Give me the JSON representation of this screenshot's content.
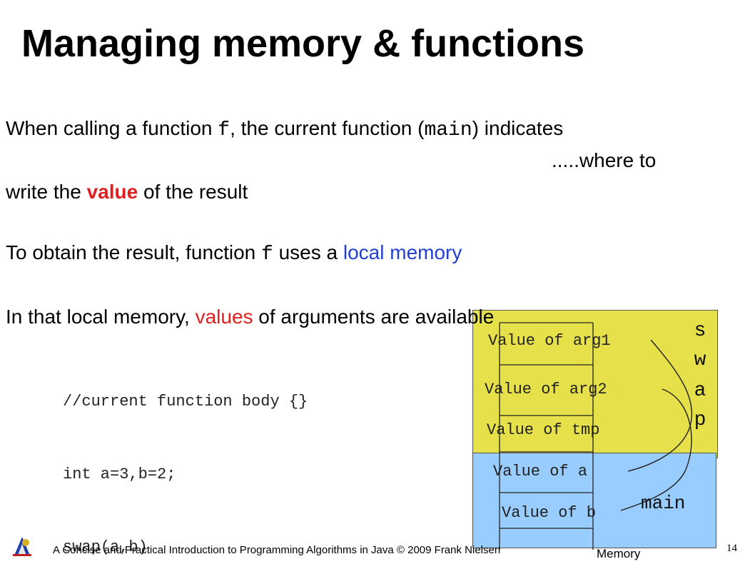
{
  "slide": {
    "title": "Managing memory & functions",
    "para1": {
      "t1": "When calling a function ",
      "code1": "f",
      "t2": ", the current function (",
      "code2": "main",
      "t3": ") indicates",
      "line2": ".....where to",
      "line3_pre": "write the ",
      "line3_em": "value",
      "line3_post": " of the result"
    },
    "para2": {
      "t1": "To obtain the result, function ",
      "code": "f",
      "t2": " uses a ",
      "em": "local memory"
    },
    "para3": {
      "t1": "In that local memory, ",
      "em": "values",
      "t2": " of arguments are available"
    },
    "code_lines": [
      "//current function body {}",
      "int a=3,b=2;",
      "swap(a,b)"
    ]
  },
  "memory": {
    "cells": [
      "Value of arg1",
      "Value of arg2",
      "Value of tmp",
      "Value of a",
      "Value of b"
    ],
    "swap_letters": [
      "s",
      "w",
      "a",
      "p"
    ],
    "main_label": "main",
    "caption": "Memory",
    "colors": {
      "swap_frame": "#e6e14a",
      "main_frame": "#99ccff"
    }
  },
  "footer": {
    "text": "A Concise and Practical Introduction to Programming Algorithms in Java  © 2009 Frank Nielsen",
    "page_number": "14"
  }
}
